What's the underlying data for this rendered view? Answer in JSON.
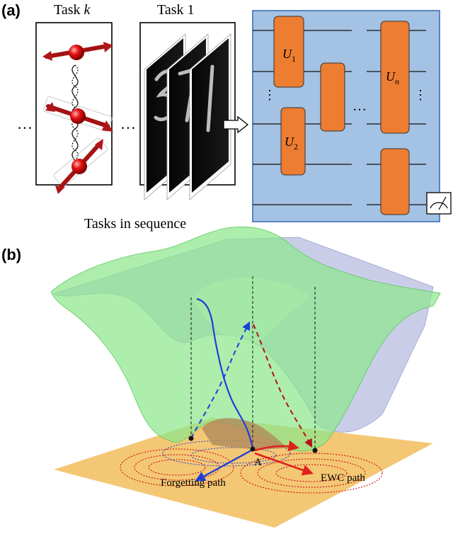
{
  "panel_a": {
    "label": "(a)",
    "task_k_prefix": "Task ",
    "task_k_var": "k",
    "task_1_title": "Task 1",
    "caption": "Tasks in sequence",
    "ellipsis": "…",
    "circuit": {
      "gates": [
        {
          "name": "U",
          "sub": "1"
        },
        {
          "name": "U",
          "sub": "2"
        },
        {
          "name": "U",
          "sub": "n"
        }
      ],
      "vdots": "⋮",
      "hdots": "…"
    }
  },
  "panel_b": {
    "label": "(b)",
    "point_label": "A",
    "forgetting_path": "Forgetting path",
    "ewc_path": "EWC path"
  },
  "colors": {
    "circuit_bg": "#a4c2e3",
    "gate": "#ed7d31",
    "plane": "#f4c775",
    "green_surface": "#8ee88e",
    "purple_surface": "#b8bce0",
    "forgetting": "#1f3fd8",
    "ewc": "#e0221c",
    "contour": "#cc1111"
  }
}
